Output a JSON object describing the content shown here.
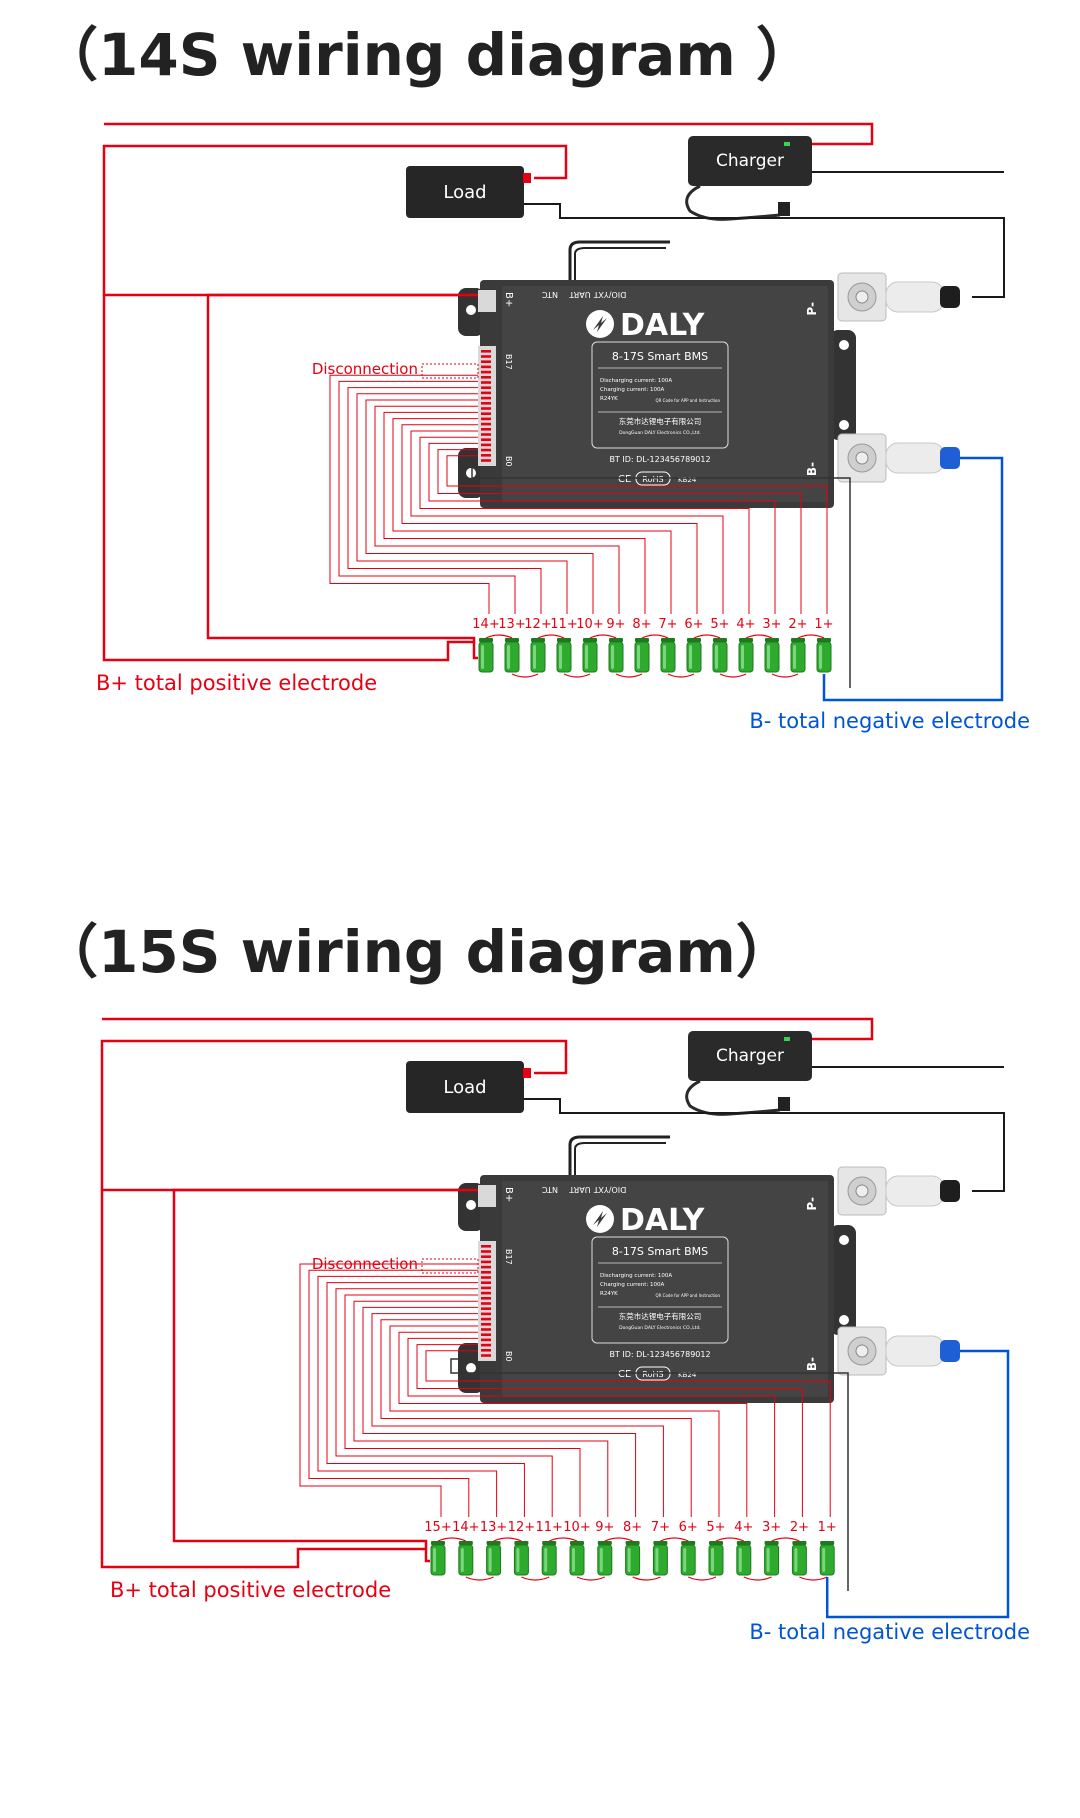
{
  "colors": {
    "positive_wire": "#e60012",
    "negative_wire": "#0055d4",
    "signal_wire": "#1a1a1a",
    "balance_wire": "#e60012",
    "bms_body": "#3a3a3a",
    "cell": "#2eaa2e",
    "label_red": "#e60012",
    "label_blue": "#0055d4",
    "title": "#222222"
  },
  "icons": [
    "battery-cell-icon",
    "terminal-bolt-icon",
    "plug-icon",
    "led-icon"
  ],
  "diagrams": [
    {
      "title": "（14S wiring diagram ）",
      "cell_count": 14,
      "load_label": "Load",
      "charger_label": "Charger",
      "bms": {
        "brand": "DALY",
        "model": "8-17S  Smart  BMS",
        "spec_lines": [
          "Discharging current: 100A",
          "Charging current: 100A",
          "R24YK"
        ],
        "qr_note": "QR Code for APP and Instruction",
        "company_cn": "东莞市达锂电子有限公司",
        "company_en": "DongGuan DALY Electronics CO.,Ltd.",
        "bt_id": "BT ID: DL-123456789012",
        "cert": "CE",
        "rohs": "RoHS",
        "code": "KB24",
        "port_b_plus": "B+",
        "port_b17": "B17",
        "port_b0": "B0",
        "port_p_minus": "P-",
        "port_b_minus": "B-",
        "ports_top": [
          "DIO/YXT",
          "UART",
          "NTC"
        ]
      },
      "disconnection_label": "Disconnection",
      "cell_labels": [
        "14+",
        "13+",
        "12+",
        "11+",
        "10+",
        "9+",
        "8+",
        "7+",
        "6+",
        "5+",
        "4+",
        "3+",
        "2+",
        "1+"
      ],
      "b_plus_label": "B+ total positive electrode",
      "b_minus_label": "B- total negative electrode"
    },
    {
      "title": "（15S wiring diagram）",
      "cell_count": 15,
      "load_label": "Load",
      "charger_label": "Charger",
      "bms": {
        "brand": "DALY",
        "model": "8-17S  Smart  BMS",
        "spec_lines": [
          "Discharging current: 100A",
          "Charging current: 100A",
          "R24YK"
        ],
        "qr_note": "QR Code for APP and Instruction",
        "company_cn": "东莞市达锂电子有限公司",
        "company_en": "DongGuan DALY Electronics CO.,Ltd.",
        "bt_id": "BT ID: DL-123456789012",
        "cert": "CE",
        "rohs": "RoHS",
        "code": "KB24",
        "port_b_plus": "B+",
        "port_b17": "B17",
        "port_b0": "B0",
        "port_p_minus": "P-",
        "port_b_minus": "B-",
        "ports_top": [
          "DIO/YXT",
          "UART",
          "NTC"
        ]
      },
      "disconnection_label": "Disconnection",
      "cell_labels": [
        "15+",
        "14+",
        "13+",
        "12+",
        "11+",
        "10+",
        "9+",
        "8+",
        "7+",
        "6+",
        "5+",
        "4+",
        "3+",
        "2+",
        "1+"
      ],
      "b_plus_label": "B+ total positive electrode",
      "b_minus_label": "B- total negative electrode"
    }
  ]
}
